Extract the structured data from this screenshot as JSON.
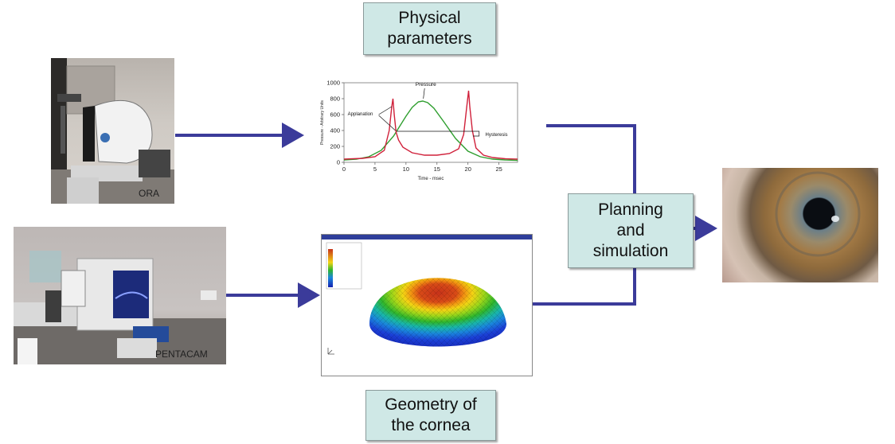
{
  "boxes": {
    "physical": [
      "Physical",
      "parameters"
    ],
    "planning": [
      "Planning",
      "and",
      "simulation"
    ],
    "geometry": [
      "Geometry of",
      "the cornea"
    ]
  },
  "photos": {
    "ora_label": "ORA",
    "pentacam_label": "PENTACAM"
  },
  "colors": {
    "arrow": "#3b3b9a",
    "box_fill": "#cfe8e6",
    "pressure_curve": "#2e9e2e",
    "signal_curve": "#d0203a"
  },
  "chart_data": {
    "type": "line",
    "xlabel": "Time - msec",
    "ylabel": "Pressure - Arbitrary Units",
    "xlim": [
      0,
      28
    ],
    "ylim": [
      0,
      1000
    ],
    "x_ticks": [
      "0",
      "5",
      "10",
      "15",
      "20",
      "25"
    ],
    "y_ticks": [
      "0",
      "200",
      "400",
      "600",
      "800",
      "1000"
    ],
    "annotations": [
      "Pressure",
      "Applanation",
      "Hysteresis"
    ],
    "series": [
      {
        "color": "#2e9e2e",
        "x": [
          0,
          2,
          4,
          6,
          8,
          10,
          11,
          12,
          12.7,
          13.5,
          14.5,
          16,
          18,
          20,
          22,
          24,
          26,
          28
        ],
        "y": [
          30,
          40,
          70,
          150,
          330,
          580,
          690,
          760,
          770,
          750,
          680,
          520,
          300,
          140,
          70,
          40,
          30,
          25
        ]
      },
      {
        "color": "#d0203a",
        "x": [
          0,
          3,
          5,
          6.5,
          7.3,
          7.7,
          7.9,
          8.1,
          8.4,
          8.8,
          9.5,
          11,
          13,
          15,
          17,
          18.5,
          19.3,
          19.8,
          20.1,
          20.3,
          20.7,
          21.3,
          22.5,
          24,
          26,
          28
        ],
        "y": [
          40,
          50,
          70,
          150,
          400,
          700,
          800,
          600,
          380,
          280,
          190,
          120,
          90,
          90,
          110,
          170,
          350,
          700,
          900,
          700,
          400,
          180,
          90,
          60,
          45,
          40
        ]
      }
    ]
  }
}
